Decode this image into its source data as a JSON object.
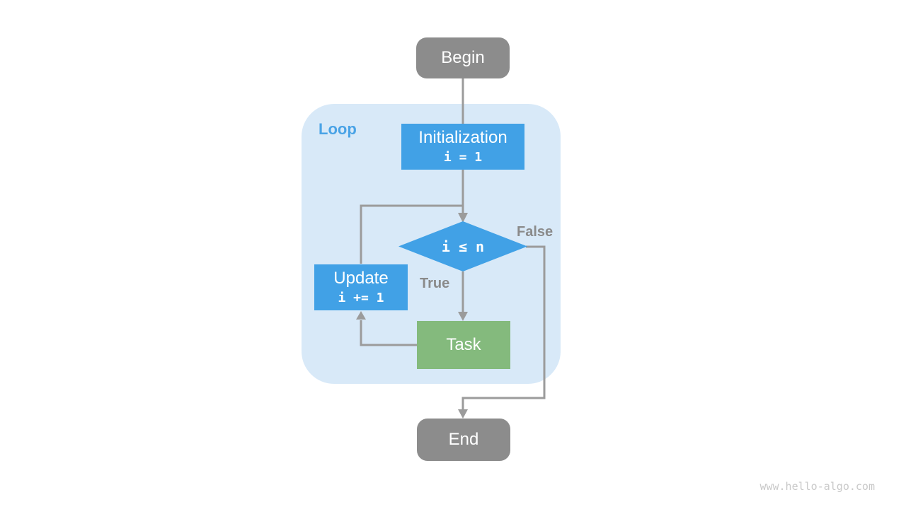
{
  "page": {
    "watermark": "www.hello-algo.com"
  },
  "colors": {
    "node-blue": "#41a1e6",
    "node-green": "#84ba7d",
    "node-gray": "#8c8c8c",
    "container-blue": "#d8e9f8",
    "line-gray": "#9b9b9b",
    "label-gray": "#8a8a8a",
    "loop-label-blue": "#4aa3e6",
    "watermark-gray": "#c9c9c9",
    "text-white": "#ffffff"
  },
  "flowchart": {
    "container_label": "Loop",
    "nodes": {
      "begin": {
        "label": "Begin"
      },
      "initialization": {
        "title": "Initialization",
        "code": "i = 1"
      },
      "condition": {
        "code": "i ≤ n"
      },
      "update": {
        "title": "Update",
        "code": "i += 1"
      },
      "task": {
        "label": "Task"
      },
      "end": {
        "label": "End"
      }
    },
    "branch_labels": {
      "true": "True",
      "false": "False"
    }
  }
}
